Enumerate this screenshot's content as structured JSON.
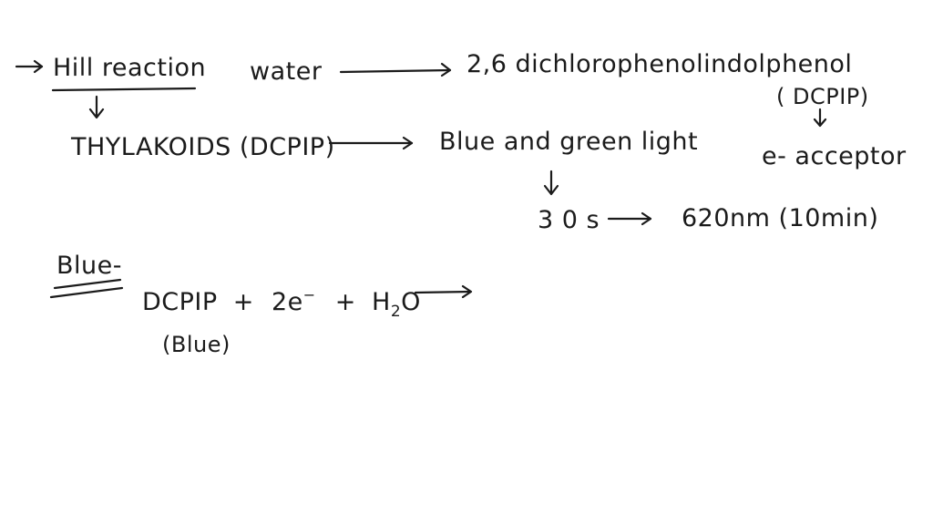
{
  "notes": {
    "line1": {
      "hill_reaction": "Hill reaction",
      "water": "water",
      "dcpip_full": "2,6 dichlorophenolindolphenol"
    },
    "line2": {
      "dcpip_abbrev": "( DCPIP)",
      "thylakoids": "THYLAKOIDS (DCPIP)",
      "blue_green_light": "Blue and green light",
      "e_acceptor": "e- acceptor"
    },
    "line3": {
      "time": "3 0 s",
      "wavelength": "620nm (10min)"
    },
    "section": {
      "heading": "Blue-"
    },
    "equation": {
      "dcpip": "DCPIP",
      "plus1": "+",
      "two_e": "2e",
      "e_sup": "−",
      "plus2": "+",
      "h": "H",
      "h_sub": "2",
      "o": "O",
      "blue_label": "(Blue)"
    },
    "colors": {
      "ink": "#1b1b1b",
      "background": "#ffffff"
    }
  }
}
